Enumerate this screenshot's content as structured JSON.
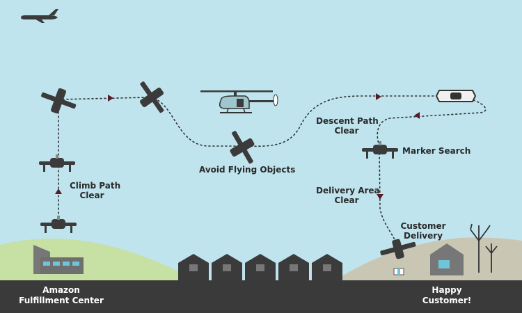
{
  "colors": {
    "sky": "#bfe4ee",
    "ground_dark": "#3a3a3a",
    "hill_left": "#c7e0a4",
    "hill_right": "#c9c7b4",
    "drone": "#3b3b3b",
    "path": "#333333",
    "arrow": "#5a1a26",
    "text_dark": "#2a2a2a",
    "text_light": "#ffffff"
  },
  "labels": {
    "climb": [
      "Climb Path",
      "Clear"
    ],
    "avoid": [
      "Avoid Flying Objects"
    ],
    "descent": [
      "Descent Path",
      "Clear"
    ],
    "marker": [
      "Marker Search"
    ],
    "delivery_area": [
      "Delivery Area",
      "Clear"
    ],
    "customer_delivery": [
      "Customer",
      "Delivery"
    ]
  },
  "footer": {
    "origin": [
      "Amazon",
      "Fulfillment Center"
    ],
    "destination": [
      "Happy",
      "Customer!"
    ]
  },
  "icons": {
    "airplane": "airplane-icon",
    "helicopter": "helicopter-icon",
    "drone": "drone-icon",
    "warehouse": "fulfillment-center-icon",
    "house": "house-icon",
    "package": "package-icon",
    "tree": "tree-icon"
  }
}
